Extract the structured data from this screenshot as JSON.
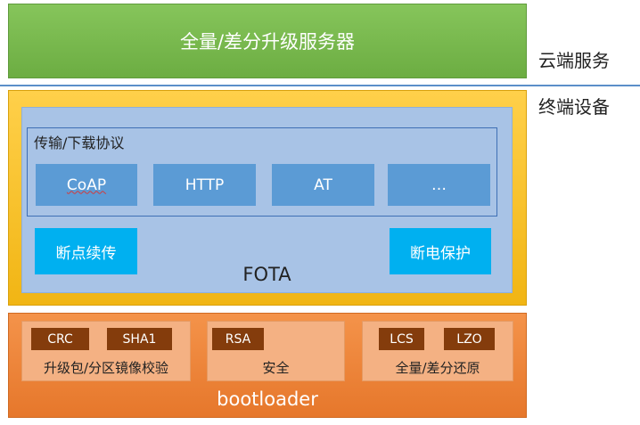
{
  "cloud": {
    "server_title": "全量/差分升级服务器",
    "side_label": "云端服务"
  },
  "device": {
    "side_label": "终端设备",
    "fota_label": "FOTA",
    "protocols": {
      "title": "传输/下载协议",
      "items": [
        "CoAP",
        "HTTP",
        "AT",
        "…"
      ]
    },
    "features": {
      "resume": "断点续传",
      "power_protect": "断电保护"
    }
  },
  "bootloader": {
    "label": "bootloader",
    "groups": [
      {
        "tags": [
          "CRC",
          "SHA1"
        ],
        "caption": "升级包/分区镜像校验"
      },
      {
        "tags": [
          "RSA"
        ],
        "caption": "安全"
      },
      {
        "tags": [
          "LCS",
          "LZO"
        ],
        "caption": "全量/差分还原"
      }
    ]
  },
  "colors": {
    "server_green": "#70ad47",
    "device_yellow": "#ffc000",
    "fota_blue": "#a8c3e6",
    "protocol_blue": "#5b9bd5",
    "feature_cyan": "#00b0f0",
    "boot_orange": "#ed7d31",
    "group_peach": "#f4b183",
    "tag_brown": "#843c0c"
  }
}
